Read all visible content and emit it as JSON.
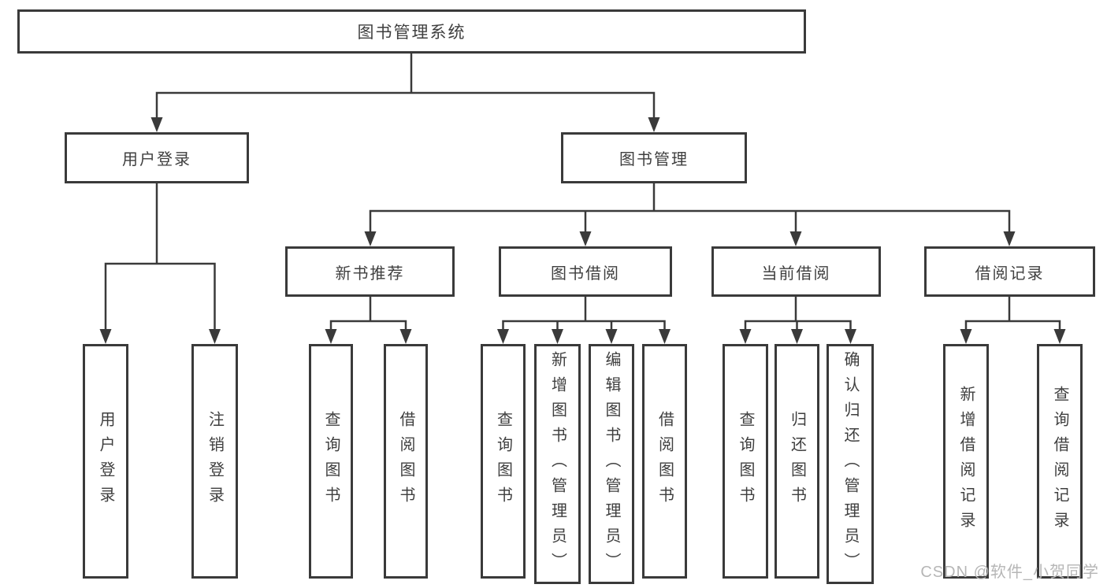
{
  "diagram": {
    "nodes": {
      "root": "图书管理系统",
      "user_login": "用户登录",
      "book_mgmt": "图书管理",
      "new_books": "新书推荐",
      "book_borrow": "图书借阅",
      "current_borrow": "当前借阅",
      "borrow_records": "借阅记录",
      "leaves_user_login": [
        "用户登录",
        "注销登录"
      ],
      "leaves_new_books": [
        "查询图书",
        "借阅图书"
      ],
      "leaves_book_borrow": [
        "查询图书",
        "新增图书（管理员）",
        "编辑图书（管理员）",
        "借阅图书"
      ],
      "leaves_current_borrow": [
        "查询图书",
        "归还图书",
        "确认归还（管理员）"
      ],
      "leaves_borrow_records": [
        "新增借阅记录",
        "查询借阅记录"
      ]
    },
    "colors": {
      "line": "#3a3a3a",
      "text": "#3f3f3f",
      "background": "#ffffff",
      "watermark": "#b6b6b6"
    },
    "watermark": "CSDN @软件_小贺同学"
  }
}
